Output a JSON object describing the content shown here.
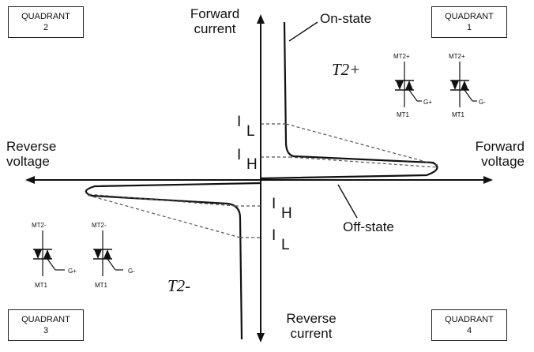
{
  "quadrants": {
    "q2": {
      "line1": "QUADRANT",
      "line2": "2"
    },
    "q1": {
      "line1": "QUADRANT",
      "line2": "1"
    },
    "q3": {
      "line1": "QUADRANT",
      "line2": "3"
    },
    "q4": {
      "line1": "QUADRANT",
      "line2": "4"
    }
  },
  "axes": {
    "forward_current": [
      "Forward",
      "current"
    ],
    "reverse_current": [
      "Reverse",
      "current"
    ],
    "reverse_voltage": [
      "Reverse",
      "voltage"
    ],
    "forward_voltage": [
      "Forward",
      "voltage"
    ]
  },
  "annotations": {
    "on_state": "On-state",
    "off_state": "Off-state",
    "il_letter": "I",
    "il_sub": "L",
    "ih_letter": "I",
    "ih_sub": "H",
    "t2_plus": "T2+",
    "t2_minus": "T2-"
  },
  "symbols": {
    "q1a": {
      "top": "MT2+",
      "bottom": "MT1",
      "gate": "G+"
    },
    "q1b": {
      "top": "MT2+",
      "bottom": "MT1",
      "gate": "G-"
    },
    "q3a": {
      "top": "MT2-",
      "bottom": "MT1",
      "gate": "G+"
    },
    "q3b": {
      "top": "MT2-",
      "bottom": "MT1",
      "gate": "G-"
    }
  },
  "colors": {
    "ink": "#111111",
    "dashed": "#555555"
  }
}
